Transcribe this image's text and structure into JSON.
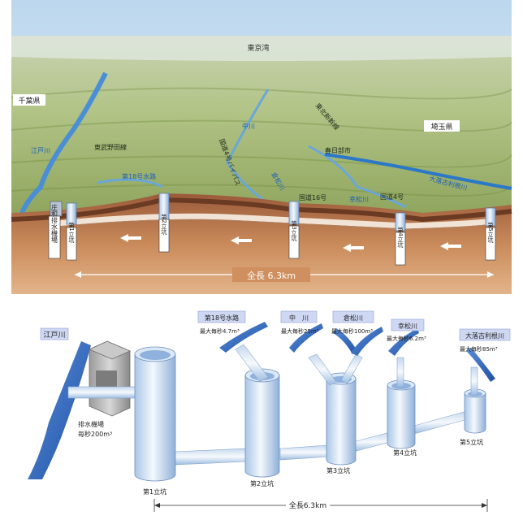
{
  "top": {
    "bay": "東京湾",
    "pref_left": "千葉県",
    "pref_right": "埼玉県",
    "edogawa": "江戸川",
    "tobu": "東武野田線",
    "nakagawa": "中川",
    "waterway18": "第18号水路",
    "kuramatsu": "倉松川",
    "koumatsu": "幸松川",
    "ootoshi": "大落古利根川",
    "expressway": "国道16号",
    "route4": "国道4号",
    "kasukabe": "春日部市",
    "bypass": "国道4号バイパス",
    "shinkansen": "東北新幹線",
    "pump": "庄和排水機場",
    "shafts": [
      "第1立坑",
      "第2立坑",
      "第3立坑",
      "第4立坑",
      "第5立坑"
    ],
    "length": "全長 6.3km"
  },
  "bottom": {
    "edogawa": "江戸川",
    "inflows": [
      {
        "name": "第18号水路",
        "rate": "最大毎秒4.7m³"
      },
      {
        "name": "中　川",
        "rate": "最大毎秒25m³"
      },
      {
        "name": "倉松川",
        "rate": "最大毎秒100m³"
      },
      {
        "name": "幸松川",
        "rate": "最大毎秒6.2m³"
      },
      {
        "name": "大落古利根川",
        "rate": "最大毎秒85m³"
      }
    ],
    "pump_name": "排水機場",
    "pump_rate": "毎秒200m³",
    "shafts": [
      "第1立坑",
      "第2立坑",
      "第3立坑",
      "第4立坑",
      "第5立坑"
    ],
    "length": "全長6.3km"
  }
}
